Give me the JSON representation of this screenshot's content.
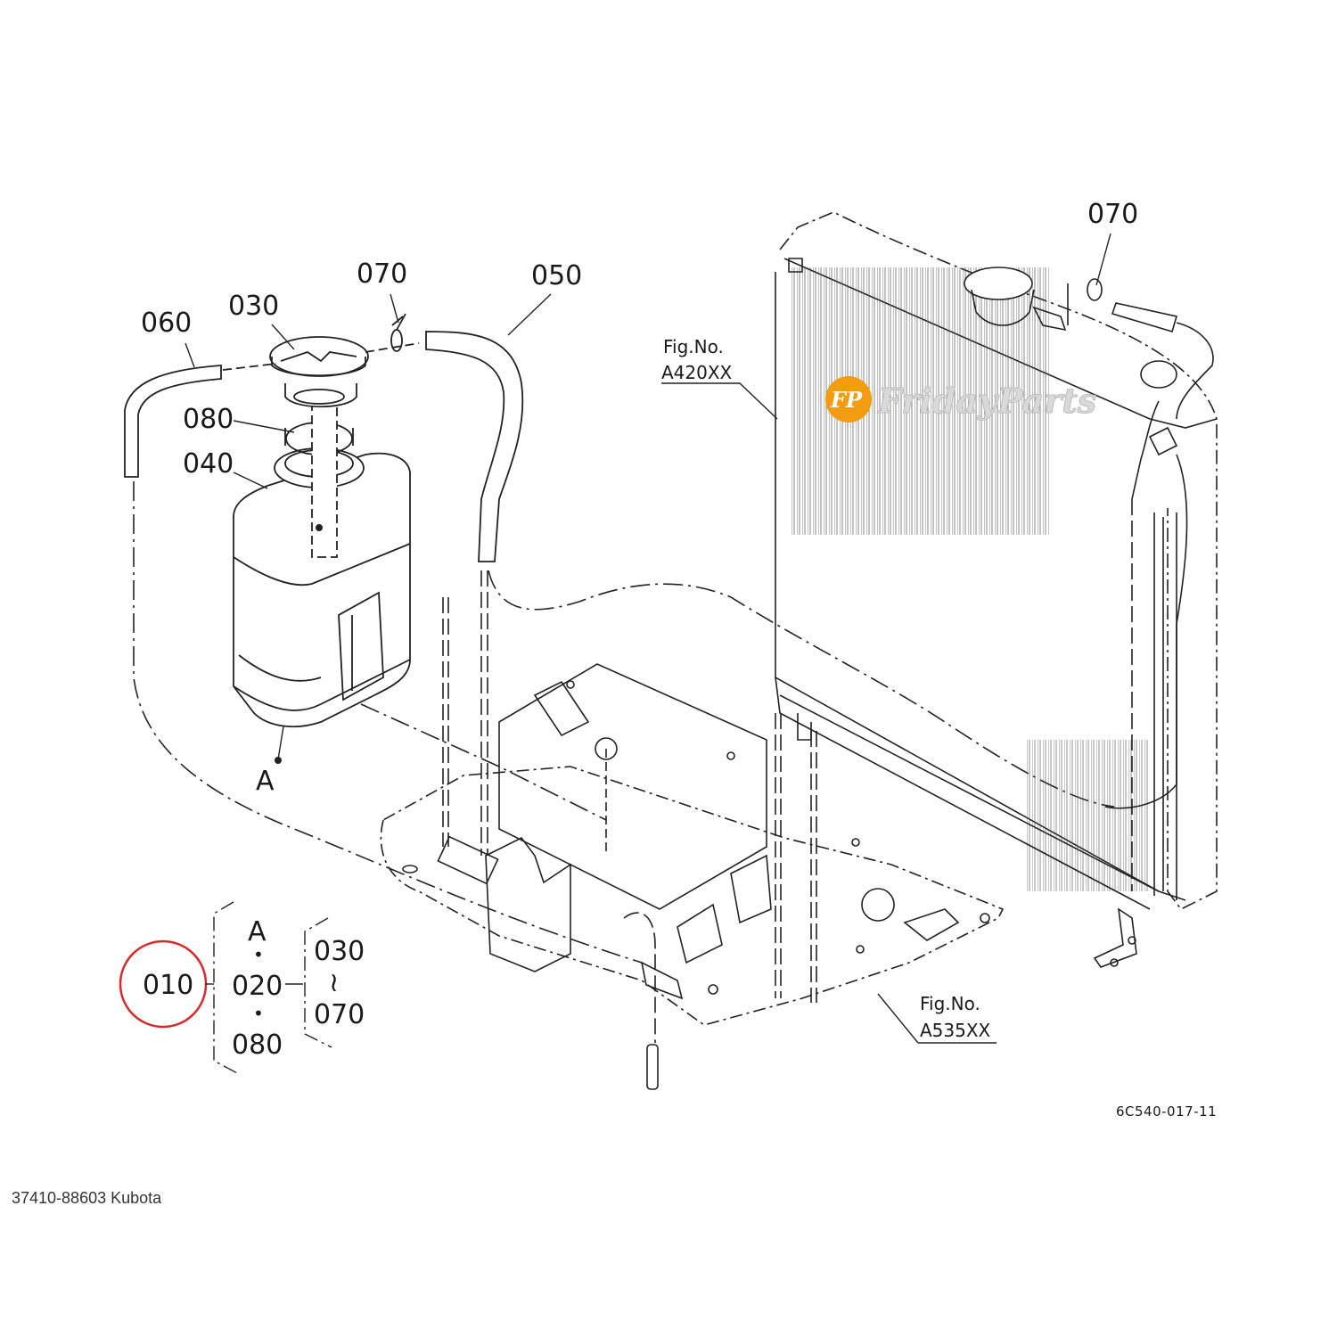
{
  "diagram": {
    "callouts": {
      "c060": "060",
      "c030": "030",
      "c070_left": "070",
      "c050": "050",
      "c080": "080",
      "c040": "040",
      "c070_right": "070",
      "point_a": "A"
    },
    "fig_refs": {
      "radiator": {
        "label": "Fig.No.",
        "code": "A420XX"
      },
      "floor": {
        "label": "Fig.No.",
        "code": "A535XX"
      }
    },
    "legend": {
      "assembly": "010",
      "a": "A",
      "dot": "•",
      "part_020": "020",
      "part_080": "080",
      "range_start": "030",
      "range_tilde": "≀",
      "range_end": "070",
      "highlight_color": "#d62b2b"
    },
    "drawing_code": "6C540-017-11"
  },
  "watermark": {
    "logo_initials": "FP",
    "brand": "FridayParts",
    "logo_color": "#f39c12"
  },
  "caption": "37410-88603 Kubota"
}
